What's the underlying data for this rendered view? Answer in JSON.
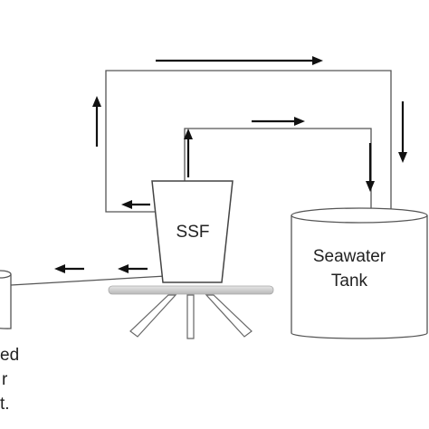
{
  "labels": {
    "filter": "SSF",
    "tank_line1": "Seawater",
    "tank_line2": "Tank",
    "collector_line1": "ed",
    "collector_line2": "r",
    "collector_line3": "t."
  },
  "colors": {
    "line": "#555555",
    "arrow": "#111111",
    "stand_top": "#dcdcdc",
    "stand_bottom": "#bdbdbd"
  },
  "icons": {
    "flow_arrow": "arrow-icon"
  }
}
